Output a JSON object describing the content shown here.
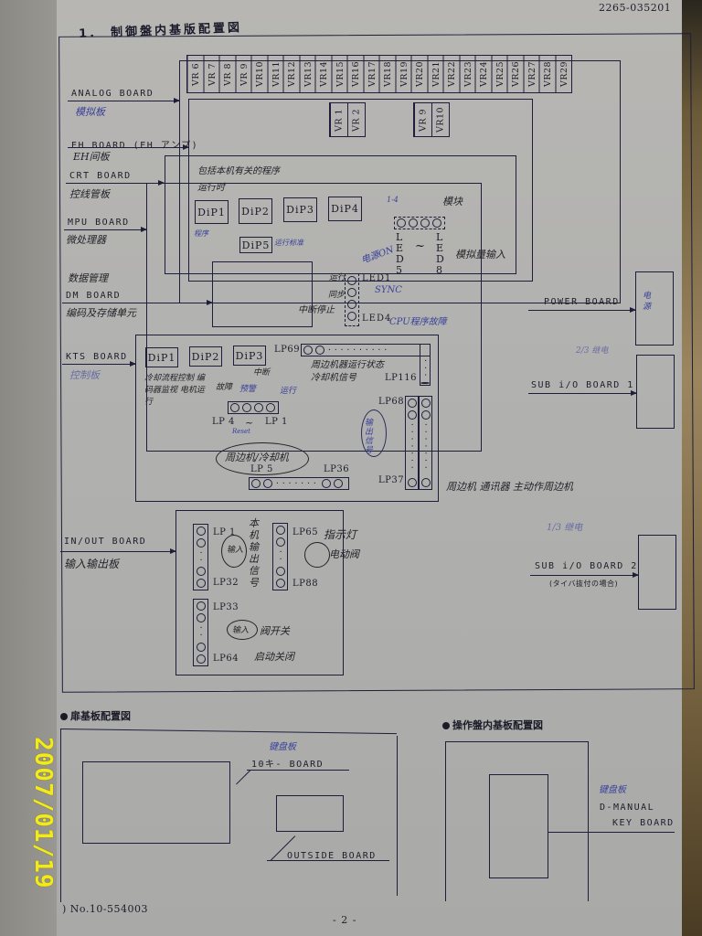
{
  "doc_number_top": "2265-035201",
  "section1": {
    "number": "1.",
    "title": "制御盤内基版配置図"
  },
  "analog_board": {
    "label": "ANALOG BOARD",
    "note": "模拟板",
    "vr_top": [
      "VR 6",
      "VR 7",
      "VR 8",
      "VR 9",
      "VR10",
      "VR11",
      "VR12",
      "VR13",
      "VR14",
      "VR15",
      "VR16",
      "VR17",
      "VR18",
      "VR19",
      "VR20",
      "VR21",
      "VR22",
      "VR23",
      "VR24",
      "VR25",
      "VR26",
      "VR27",
      "VR28",
      "VR29"
    ]
  },
  "eh_board": {
    "label": "EH BOARD (EH アンプ)",
    "note": "EH间板",
    "vr_left": [
      "VR 1",
      "VR 2"
    ],
    "vr_right": [
      "VR 9",
      "VR10"
    ]
  },
  "crt_board": {
    "label": "CRT BOARD",
    "note": "控线管板",
    "note_top": "包括本机有关的程序",
    "note_top2": "运行时"
  },
  "mpu_board": {
    "label": "MPU BOARD",
    "note": "微处理器",
    "dips": [
      "DiP1",
      "DiP2",
      "DiP3",
      "DiP4"
    ],
    "dip5": "DiP5",
    "dip1_note": "程序",
    "dip5_note": "运行标准",
    "led_group1": {
      "first": "LED1",
      "last": "LED4"
    },
    "led_group1_notes": [
      "运行",
      "同步",
      "中断停止",
      "SYNC",
      "CPU程序故障",
      "电源ON"
    ],
    "led_group2": {
      "first": "LED5",
      "tilde": "~",
      "last": "LED8"
    },
    "led_group2_notes": [
      "1-4",
      "模块",
      "模拟量输入"
    ]
  },
  "dm_board": {
    "label": "DM BOARD",
    "note_above": "数据管理",
    "note_below": "编码及存储单元"
  },
  "kts_board": {
    "label": "KTS BOARD",
    "note": "控制板",
    "dips": [
      "DiP1",
      "DiP2",
      "DiP3"
    ],
    "dip1_note": "冷却流程控制 编码器监视 电机运行",
    "lp_row": {
      "left": "LP 4",
      "tilde": "~",
      "right": "LP 1"
    },
    "lp_row_notes": [
      "中断",
      "故障",
      "预警",
      "运行",
      "Reset"
    ],
    "lp69": "LP69",
    "lp116": "LP116",
    "lp69_note": "周边机器运行状态 冷却机信号",
    "lp68": "LP68",
    "lp37": "LP37",
    "lp68_note": "输出信号",
    "lp5": "LP 5",
    "lp36": "LP36",
    "lp5_note": "周边机/冷却机"
  },
  "power_board": {
    "label": "POWER BOARD",
    "note": "电源"
  },
  "sub_io_board_1": {
    "label": "SUB i/O BOARD 1",
    "note": "2/3 继电"
  },
  "sub_io_board_2": {
    "label": "SUB i/O BOARD 2",
    "sub": "(タイバ抜付の場合)",
    "note": "1/3 继电"
  },
  "in_out_board": {
    "label": "IN/OUT BOARD",
    "note": "输入输出板",
    "groups": [
      {
        "first": "LP 1",
        "last": "LP32"
      },
      {
        "first": "LP65",
        "last": "LP88"
      },
      {
        "first": "LP33",
        "last": "LP64"
      }
    ],
    "notes": [
      "本机输出信号",
      "输入",
      "指示灯",
      "电动阀",
      "输入",
      "阀开关",
      "启动关闭"
    ]
  },
  "side_note": "周边机 通讯器 主动作周边机",
  "section2": {
    "title": "扉基板配置図",
    "board1": "10キ- BOARD",
    "board1_note": "键盘板",
    "board2": "OUTSIDE BOARD"
  },
  "section3": {
    "title": "操作盤内基板配置図",
    "note": "键盘板",
    "label_line1": "D-MANUAL",
    "label_line2": "KEY BOARD"
  },
  "doc_number_bottom": ") No.10-554003",
  "page_number": "- 2 -",
  "photo_timestamp": "2007/01/19"
}
